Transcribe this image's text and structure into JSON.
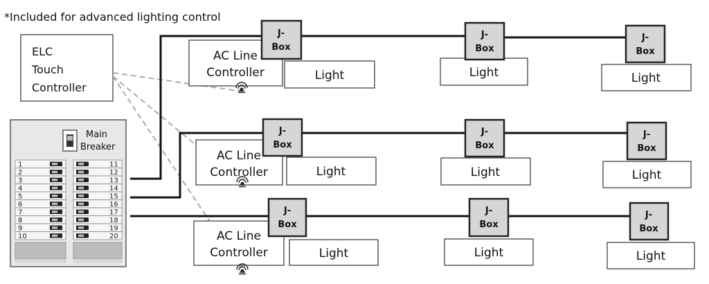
{
  "note": "*Included for advanced lighting control",
  "elc": {
    "line1": "ELC",
    "line2": "Touch",
    "line3": "Controller"
  },
  "breaker": {
    "main_line1": "Main",
    "main_line2": "Breaker"
  },
  "circuits_left": [
    "1",
    "2",
    "3",
    "4",
    "5",
    "6",
    "7",
    "8",
    "9",
    "10"
  ],
  "circuits_right": [
    "11",
    "12",
    "13",
    "14",
    "15",
    "16",
    "17",
    "18",
    "19",
    "20"
  ],
  "jbox": {
    "line1": "J-",
    "line2": "Box"
  },
  "ac_controller": {
    "line1": "AC Line",
    "line2": "Controller"
  },
  "light_label": "Light",
  "colors": {
    "line": "#111111",
    "jbox_fill": "#d6d6d6",
    "dashed": "#aaaaaa",
    "panel": "#e8e8e8"
  }
}
